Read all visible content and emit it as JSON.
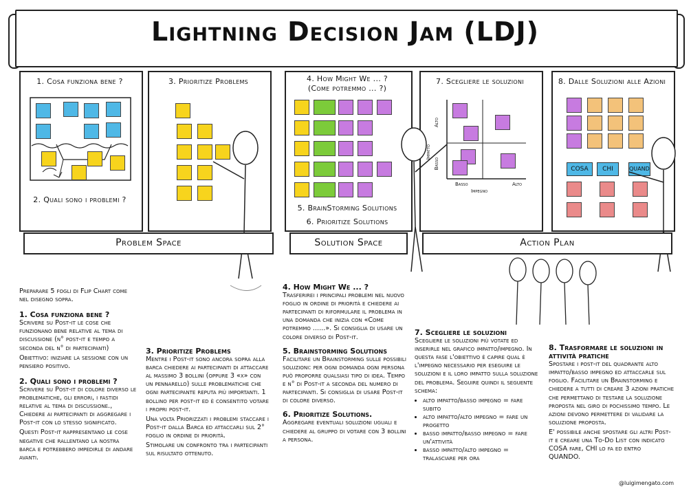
{
  "title": "Lightning Decision Jam (LDJ)",
  "panels": {
    "p1_top": "1. Cosa funziona bene ?",
    "p1_bottom": "2. Quali sono i problemi ?",
    "p2": "3. Prioritize Problems",
    "p3_top1": "4. How Might We ... ?",
    "p3_top2": "(Come potremmo ... ?)",
    "p3_bottom1": "5. BrainStorming Solutions",
    "p3_bottom2": "6. Prioritize Solutions",
    "p4": "7. Scegliere le soluzioni",
    "p5": "8. Dalle Soluzioni alle Azioni"
  },
  "matrix": {
    "y_label": "Impatto",
    "y_high": "Alto",
    "y_low": "Basso",
    "x_label": "Impegno",
    "x_low": "Basso",
    "x_high": "Alto"
  },
  "action_labels": [
    "COSA",
    "CHI",
    "QUANDO"
  ],
  "bars": {
    "problem": "Problem Space",
    "solution": "Solution Space",
    "action": "Action Plan"
  },
  "text": {
    "intro": "Preparare 5 fogli di Flip Chart come nel disegno sopra.",
    "s1_title": "1.  Cosa funziona bene ?",
    "s1_body1": "Scrivere su Post-it le cose che funzionano bene relative al tema di discussione (n° post-it e tempo a seconda del n° di partecipanti)",
    "s1_body2": "Obiettivo: iniziare la sessione con un pensiero positivo.",
    "s2_title": "2. Quali sono i problemi ?",
    "s2_body1": "Scrivere su Post-it di colore diverso le problematiche, gli errori, i fastidi relative al tema di discussione., Chiedere ai partecipanti di aggregare i Post-it con lo stesso significato.",
    "s2_body2": "Questi Post-it rappresentano le cose negative che rallentano la nostra barca e potrebbero impedirle di andare avanti.",
    "s3_title": "3. Prioritize Problems",
    "s3_body1": "Mentre i Post-it sono ancora sopra alla barca chiedere ai partecipanti di attaccare al massimo 3 bollini (oppure 3 «x» con un pennarello) sulle problematiche che ogni partecipante reputa più importanti. 1 bollino per post-it ed è consentito votare i propri post-it.",
    "s3_body2": "Una volta Priorizzati i problemi staccare i Post-it dalla Barca ed attaccarli sul 2° foglio in ordine di priorità.",
    "s3_body3": "Stimolare un confronto tra i partecipanti sul risultato ottenuto.",
    "s4_title": "4. How Might We ... ?",
    "s4_body": "Trasferirei i principali problemi nel nuovo foglio in ordine di priorità e chiedere ai partecipanti di riformulare il problema in una domanda che inizia con «Come potremmo ......». Si consiglia di usare un colore diverso di Post-it.",
    "s5_title": "5. Brainstorming Solutions",
    "s5_body": "Facilitare un Brainstorming sulle possibili soluzioni: per ogni domanda ogni persona può proporre qualsiasi tipo di idea. Tempo e n° di Post-it a seconda del numero di partecipanti. Si consiglia di usare Post-it di colore diverso.",
    "s6_title": "6. Prioritize Solutions.",
    "s6_body": "Aggregare eventuali soluzioni uguali e chiedere al gruppo di votare con 3 bollini a persona.",
    "s7_title": "7. Scegliere le soluzioni",
    "s7_body": "Scegliere le soluzioni più votate ed inserirle nel grafico impatto/impegno. In questa fase l'obiettivo è capire qual è l'impegno necessario per eseguire le soluzioni e il loro impatto sulla soluzione del problema. Seguire quindi il seguente schema:",
    "s7_list": [
      "alto impatto/basso impegno = fare subito",
      "alto impatto/alto impegno = fare un progetto",
      "basso impatto/basso impegno = fare un'attività",
      "basso impatto/alto impegno = tralasciare per ora"
    ],
    "s8_title": "8. Trasformare le soluzioni in attività pratiche",
    "s8_body1": "Spostare i post-it del quadrante alto impatto/basso impegno ed attaccarle sul foglio. Facilitare un Brainstorming e chiedere a tutti di creare 3 azioni pratiche che permettano di testare la soluzione proposta nel giro di pochissimo tempo. Le azioni devono permettere di validare la soluzione proposta.",
    "s8_body2": "E' possibile anche spostare gli altri Post-it e creare una To-Do List con indicato COSA fare, CHI lo fa ed entro QUANDO."
  },
  "credit": "@luigimengato.com"
}
